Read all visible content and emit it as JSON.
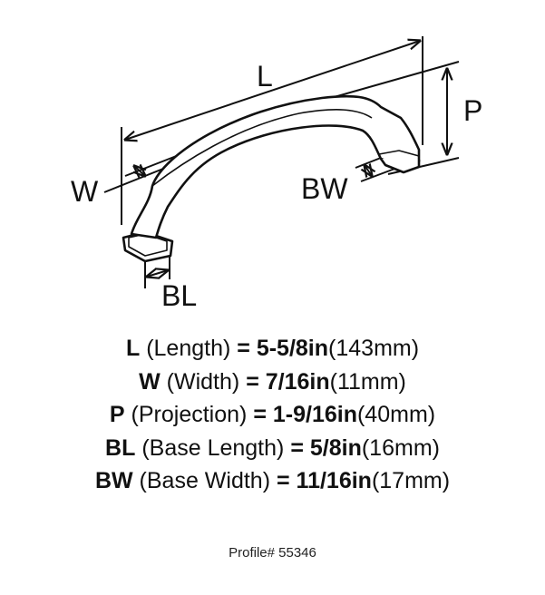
{
  "diagram": {
    "labels": {
      "L": "L",
      "W": "W",
      "P": "P",
      "BW": "BW",
      "BL": "BL"
    }
  },
  "specs": [
    {
      "abbr": "L",
      "name": "(Length)",
      "eq": "=",
      "imperial": "5-5/8in",
      "metric": "(143mm)"
    },
    {
      "abbr": "W",
      "name": "(Width)",
      "eq": "=",
      "imperial": "7/16in",
      "metric": "(11mm)"
    },
    {
      "abbr": "P",
      "name": "(Projection)",
      "eq": "=",
      "imperial": "1-9/16in",
      "metric": "(40mm)"
    },
    {
      "abbr": "BL",
      "name": "(Base Length)",
      "eq": "=",
      "imperial": "5/8in",
      "metric": "(16mm)"
    },
    {
      "abbr": "BW",
      "name": "(Base Width)",
      "eq": "=",
      "imperial": "11/16in",
      "metric": "(17mm)"
    }
  ],
  "profile": "Profile# 55346"
}
